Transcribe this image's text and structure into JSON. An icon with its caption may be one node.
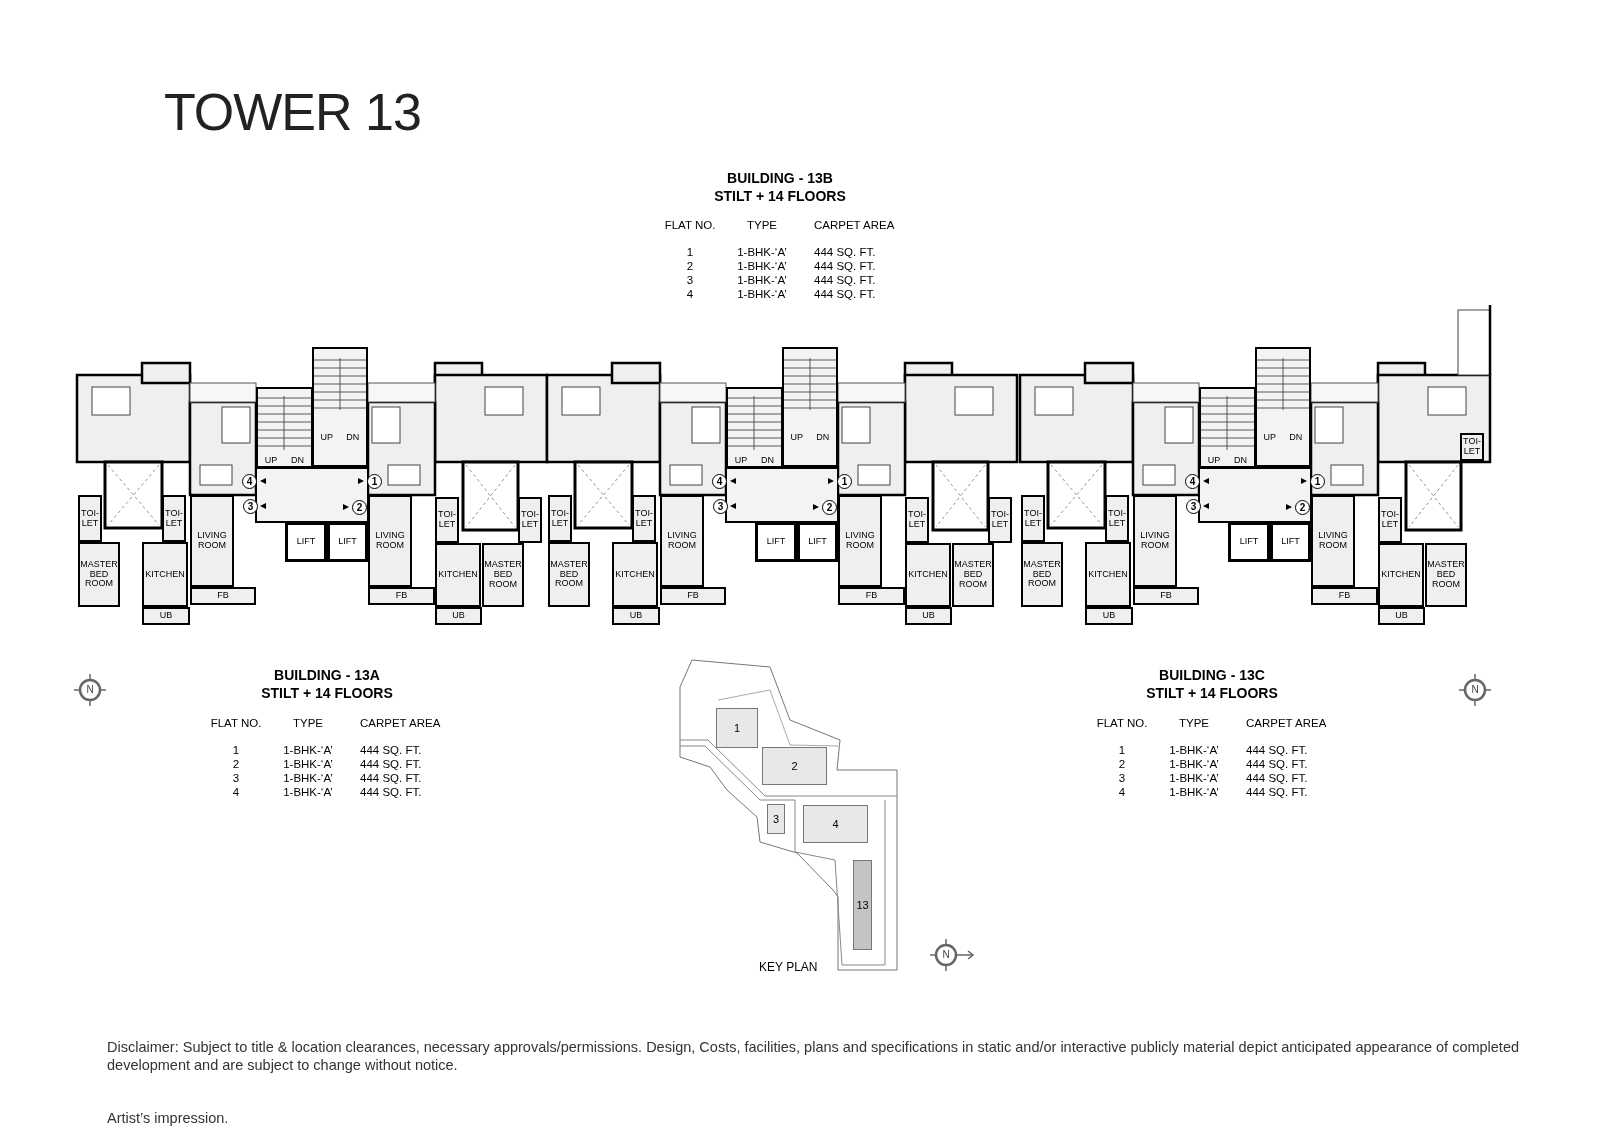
{
  "diagram": {
    "title": "TOWER 13",
    "nodes": [
      {
        "text": [
          "TOI- LET"
        ]
      },
      {
        "text": [
          "TOI- LET"
        ]
      },
      {
        "text": [
          "MASTER BED ROOM"
        ]
      },
      {
        "text": [
          "KITCHEN"
        ]
      },
      {
        "text": [
          "LIVING ROOM"
        ]
      },
      {
        "text": [
          "FB"
        ]
      },
      {
        "text": [
          "UB"
        ]
      },
      {
        "text": [
          "UP",
          "DN"
        ]
      },
      {
        "text": [
          "UP",
          "DN"
        ]
      },
      {
        "text": [
          "4"
        ]
      },
      {
        "text": [
          "3"
        ]
      },
      {
        "text": [
          "1"
        ]
      },
      {
        "text": [
          "2"
        ]
      },
      {
        "text": [
          "LIFT"
        ]
      },
      {
        "text": [
          "LIFT"
        ]
      },
      {
        "text": [
          "LIVING ROOM"
        ]
      },
      {
        "text": [
          "FB"
        ]
      },
      {
        "text": [
          "TOI- LET"
        ]
      },
      {
        "text": [
          "TOI- LET"
        ]
      },
      {
        "text": [
          "KITCHEN"
        ]
      },
      {
        "text": [
          "MASTER BED ROOM"
        ]
      },
      {
        "text": [
          "UB"
        ]
      },
      {
        "text": [
          "TOI- LET"
        ]
      },
      {
        "text": [
          "TOI- LET"
        ]
      },
      {
        "text": [
          "MASTER BED ROOM"
        ]
      },
      {
        "text": [
          "KITCHEN"
        ]
      },
      {
        "text": [
          "LIVING ROOM"
        ]
      },
      {
        "text": [
          "FB"
        ]
      },
      {
        "text": [
          "UB"
        ]
      },
      {
        "text": [
          "UP",
          "DN"
        ]
      },
      {
        "text": [
          "UP",
          "DN"
        ]
      },
      {
        "text": [
          "4"
        ]
      },
      {
        "text": [
          "3"
        ]
      },
      {
        "text": [
          "1"
        ]
      },
      {
        "text": [
          "2"
        ]
      },
      {
        "text": [
          "LIFT"
        ]
      },
      {
        "text": [
          "LIFT"
        ]
      },
      {
        "text": [
          "LIVING ROOM"
        ]
      },
      {
        "text": [
          "FB"
        ]
      },
      {
        "text": [
          "TOI- LET"
        ]
      },
      {
        "text": [
          "TOI- LET"
        ]
      },
      {
        "text": [
          "KITCHEN"
        ]
      },
      {
        "text": [
          "MASTER BED ROOM"
        ]
      },
      {
        "text": [
          "UB"
        ]
      },
      {
        "text": [
          "TOI- LET"
        ]
      },
      {
        "text": [
          "TOI- LET"
        ]
      },
      {
        "text": [
          "MASTER BED ROOM"
        ]
      },
      {
        "text": [
          "KITCHEN"
        ]
      },
      {
        "text": [
          "LIVING ROOM"
        ]
      },
      {
        "text": [
          "FB"
        ]
      },
      {
        "text": [
          "UB"
        ]
      },
      {
        "text": [
          "UP",
          "DN"
        ]
      },
      {
        "text": [
          "UP",
          "DN"
        ]
      },
      {
        "text": [
          "4"
        ]
      },
      {
        "text": [
          "3"
        ]
      },
      {
        "text": [
          "1"
        ]
      },
      {
        "text": [
          "2"
        ]
      },
      {
        "text": [
          "LIFT"
        ]
      },
      {
        "text": [
          "LIFT"
        ]
      },
      {
        "text": [
          "LIVING ROOM"
        ]
      },
      {
        "text": [
          "FB"
        ]
      },
      {
        "text": [
          "TOI- LET"
        ]
      },
      {
        "text": [
          "TOI- LET"
        ]
      },
      {
        "text": [
          "KITCHEN"
        ]
      },
      {
        "text": [
          "MASTER BED ROOM"
        ]
      },
      {
        "text": [
          "UB"
        ]
      },
      {
        "text": [
          "1"
        ]
      },
      {
        "text": [
          "2"
        ]
      },
      {
        "text": [
          "3"
        ]
      },
      {
        "text": [
          "4"
        ]
      },
      {
        "text": [
          "13"
        ]
      }
    ],
    "labels": [
      "BUILDING - 13B",
      "STILT + 14 FLOORS",
      "FLAT NO.",
      "TYPE",
      "CARPET AREA",
      "1",
      "1-BHK-‘A’",
      "444 SQ. FT.",
      "2",
      "1-BHK-‘A’",
      "444 SQ. FT.",
      "3",
      "1-BHK-‘A’",
      "444 SQ. FT.",
      "4",
      "1-BHK-‘A’",
      "444 SQ. FT.",
      "BUILDING - 13A",
      "STILT + 14 FLOORS",
      "FLAT NO.",
      "TYPE",
      "CARPET AREA",
      "1",
      "1-BHK-‘A’",
      "444 SQ. FT.",
      "2",
      "1-BHK-‘A’",
      "444 SQ. FT.",
      "3",
      "1-BHK-‘A’",
      "444 SQ. FT.",
      "4",
      "1-BHK-‘A’",
      "444 SQ. FT.",
      "BUILDING - 13C",
      "STILT + 14 FLOORS",
      "FLAT NO.",
      "TYPE",
      "CARPET AREA",
      "1",
      "1-BHK-‘A’",
      "444 SQ. FT.",
      "2",
      "1-BHK-‘A’",
      "444 SQ. FT.",
      "3",
      "1-BHK-‘A’",
      "444 SQ. FT.",
      "4",
      "1-BHK-‘A’",
      "444 SQ. FT.",
      "N",
      "N",
      "N",
      "KEY PLAN",
      "Disclaimer: Subject to title & location clearances, necessary approvals/permissions. Design, Costs, facilities, plans and specifications in static and/or interactive publicly material depict anticipated appearance of completed development and are subject to change without notice.",
      "Artist’s impression."
    ]
  }
}
